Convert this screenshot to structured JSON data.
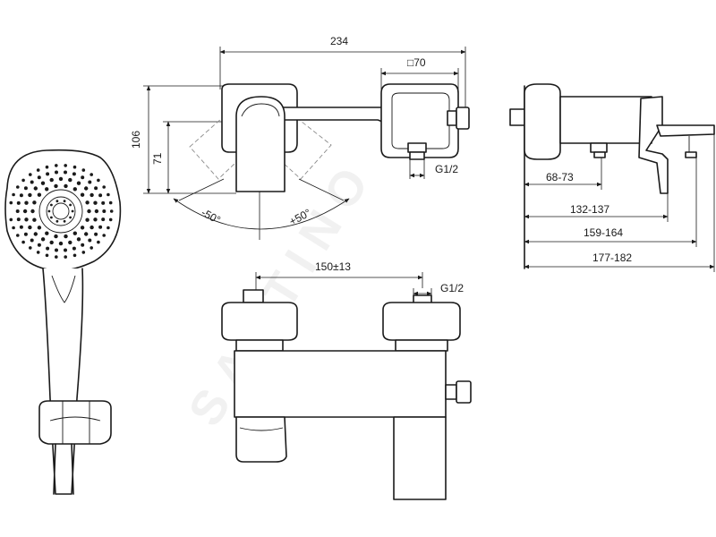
{
  "watermark": "SANTINO",
  "top_view": {
    "dim_total_width": "234",
    "dim_square": "□70",
    "dim_height_outer": "106",
    "dim_height_inner": "71",
    "dim_thread": "G1/2",
    "angle_left": "-50°",
    "angle_right": "+50°"
  },
  "side_view": {
    "dims": [
      "68-73",
      "132-137",
      "159-164",
      "177-182"
    ]
  },
  "front_view": {
    "dim_centers": "150±13",
    "dim_thread": "G1/2"
  }
}
